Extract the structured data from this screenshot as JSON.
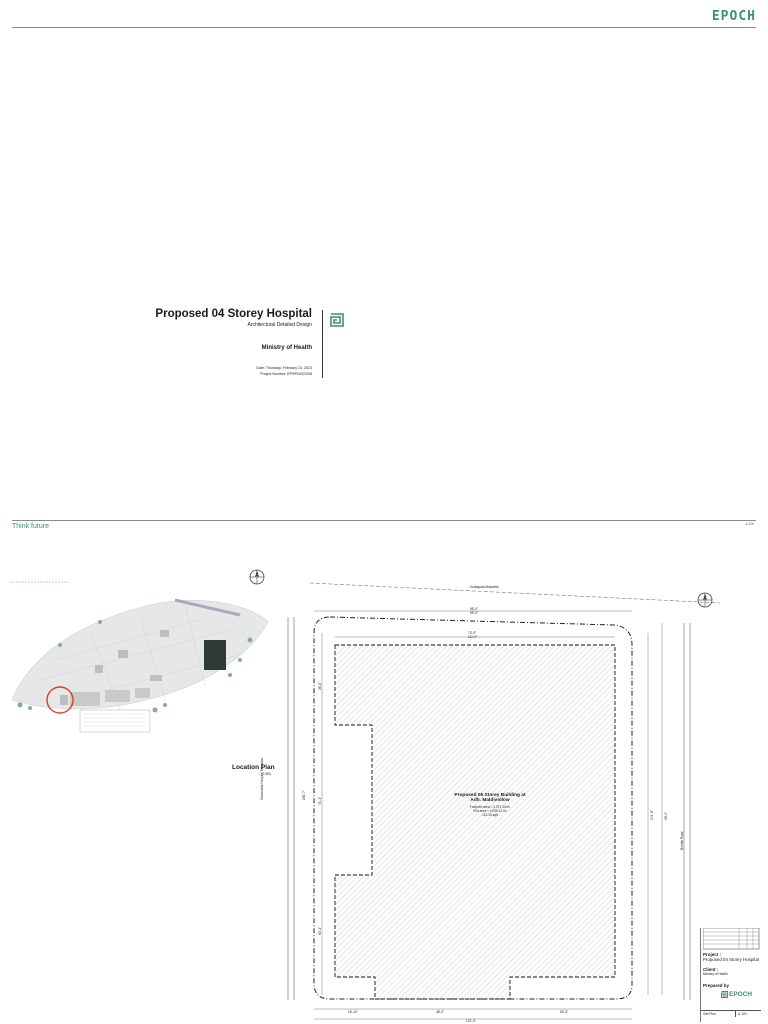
{
  "header": {
    "brand": "EPOCH"
  },
  "cover": {
    "title": "Proposed 04 Storey Hospital",
    "subtitle": "Architectural Detailed Design",
    "client": "Ministry of Health",
    "date_line": "Date: Thursday, February 23, 2023",
    "project_number_line": "Project Number: EP/PR/2023/08"
  },
  "footer": {
    "tagline": "Think future"
  },
  "sheet": {
    "location_plan_title": "Location Plan",
    "location_plan_scale": "1:500",
    "road_top": "Kudagoda Mawatha",
    "road_left": "Kalubowila Hospital Mawatha",
    "road_right": "Borella Road",
    "building_label_line1": "Proposed 05 Storey Building at",
    "building_label_line2": "Adh. Maldivollow",
    "footprint_area": "Footprint area = 2,297.33 m²",
    "plot_area": "Plot area = 3,090.12 m²",
    "perches": "122.25 sqft",
    "dims": {
      "top_outer": "95'-0\"",
      "top_outer_sub": "99'-0\"",
      "top_inner": "73'-9\"",
      "top_inner_sub": "111'-0\"",
      "left_a": "26'-0\"",
      "left_b": "71'-1\"",
      "left_c": "50'-1\"",
      "left_total": "182'-7\"",
      "right_a": "174'-8\"",
      "right_b": "98'-4\"",
      "bottom_a": "16'-10\"",
      "bottom_b": "48'-0\"",
      "bottom_c": "53'-6\"",
      "bottom_total": "131'-0\""
    },
    "title_block": {
      "project_label": "Project :",
      "project_name": "Proposed 04 Storey Hospital",
      "client_label": "Client :",
      "client_name": "Ministry of Health",
      "prepared_label": "Prepared by",
      "brand": "EPOCH",
      "drawing_title": "Site Plan",
      "drawing_no": "A-100"
    },
    "top_right_note": "A-100"
  },
  "colors": {
    "brand": "#3f8f72",
    "rule": "#8a8a8a"
  }
}
